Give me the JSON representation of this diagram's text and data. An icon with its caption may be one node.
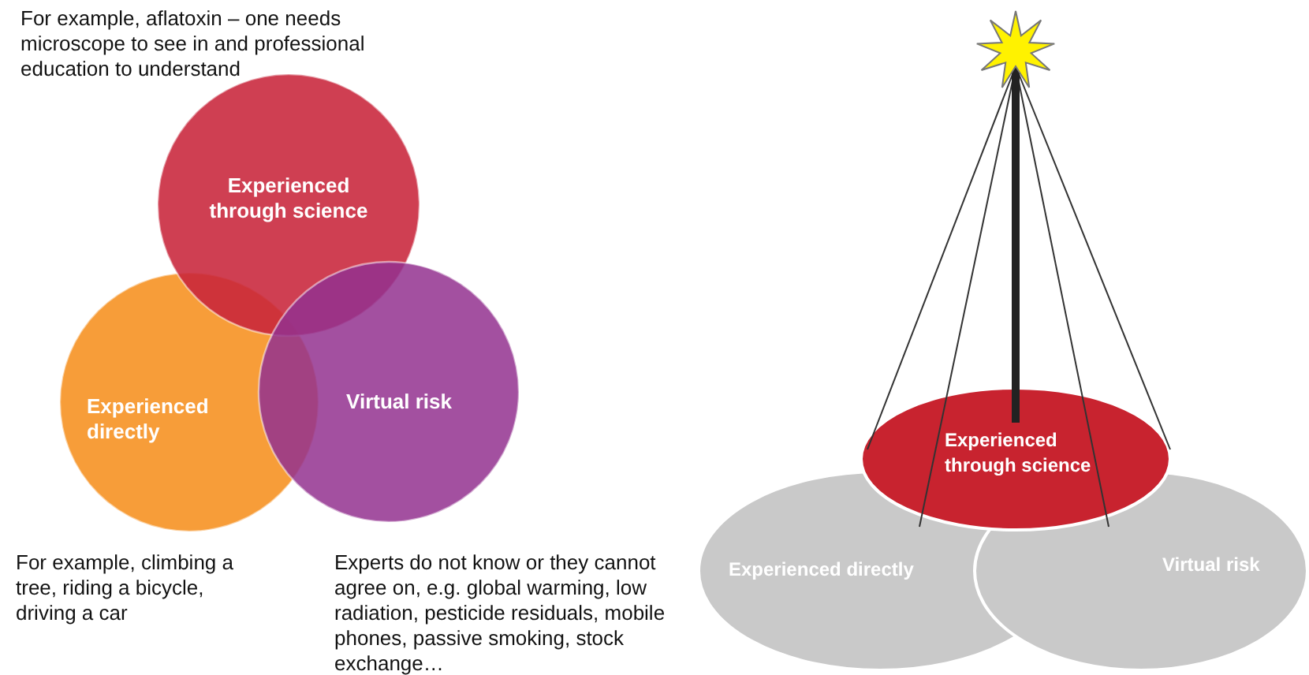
{
  "diagram": {
    "nodes": [
      {
        "text": [
          "Experienced through science"
        ]
      },
      {
        "text": [
          "Experienced directly"
        ]
      },
      {
        "text": [
          "Virtual risk"
        ]
      },
      {
        "text": [
          "Experienced through science"
        ]
      },
      {
        "text": [
          "Experienced directly"
        ]
      },
      {
        "text": [
          "Virtual risk"
        ]
      }
    ],
    "labels": [
      "For example, aflatoxin – one needs microscope to see in and professional education to understand",
      "For example, climbing a tree, riding a bicycle, driving a car",
      "Experts do not know or they cannot agree on, e.g. global warming, low radiation, pesticide residuals, mobile phones, passive smoking, stock exchange…"
    ]
  }
}
